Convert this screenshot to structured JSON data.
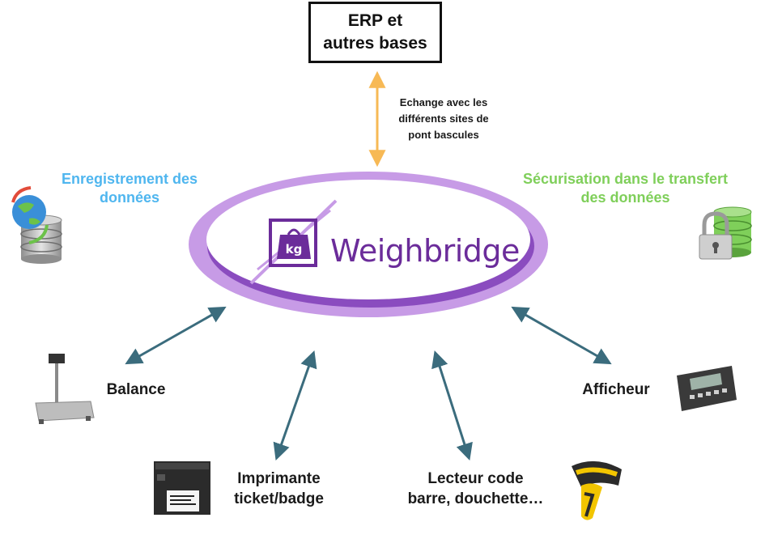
{
  "erp": {
    "line1": "ERP et",
    "line2": "autres bases"
  },
  "exchange": {
    "line1": "Echange avec les",
    "line2": "différents sites de",
    "line3": "pont bascules"
  },
  "left_title": {
    "line1": "Enregistrement des",
    "line2": "données"
  },
  "right_title": {
    "line1": "Sécurisation dans le transfert",
    "line2": "des données"
  },
  "center": {
    "logo_mark": "kg",
    "logo_text": "Weighbridge"
  },
  "devices": {
    "balance": "Balance",
    "afficheur": "Afficheur",
    "imprimante": {
      "line1": "Imprimante",
      "line2": "ticket/badge"
    },
    "lecteur": {
      "line1": "Lecteur code",
      "line2": "barre, douchette…"
    }
  },
  "colors": {
    "erp_arrow": "#f7b955",
    "device_arrow": "#3b6c7d",
    "ellipse_light": "#c79be6",
    "ellipse_dark": "#8a4cbf",
    "logo": "#6b2c9a",
    "left_title": "#4fb6ef",
    "right_title": "#7fcf5a"
  },
  "icons": [
    "database-globe-icon",
    "database-lock-icon",
    "scale-icon",
    "display-terminal-icon",
    "label-printer-icon",
    "barcode-scanner-icon"
  ]
}
